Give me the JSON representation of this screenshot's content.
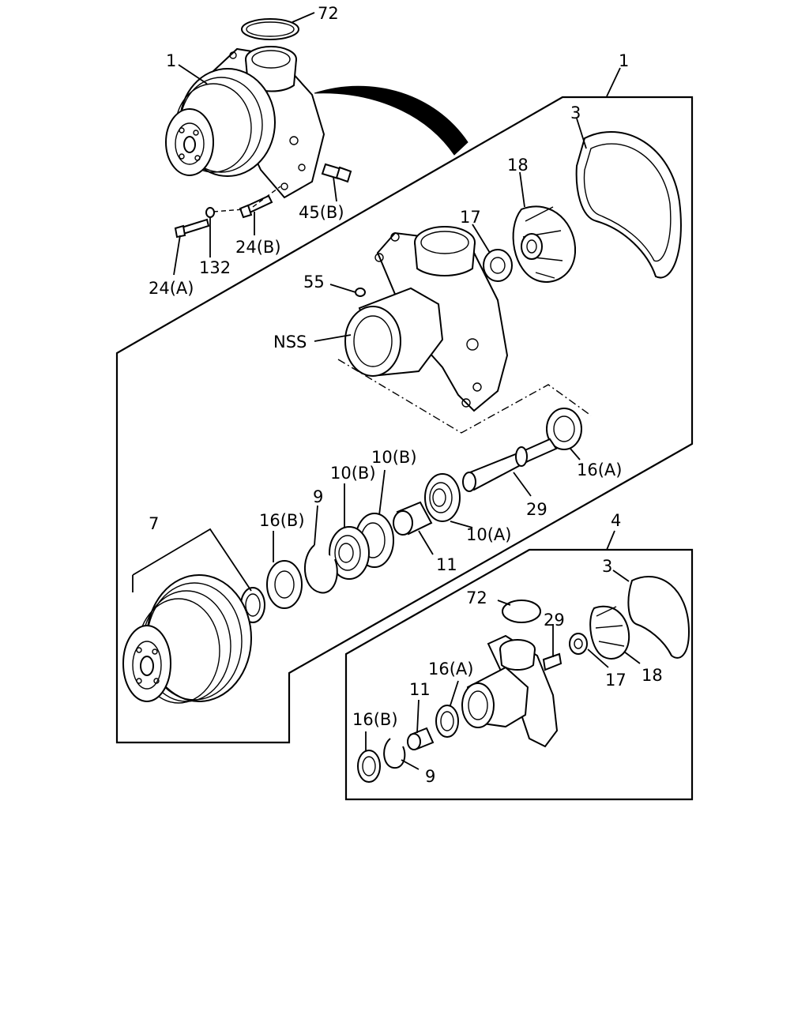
{
  "callouts": {
    "c72_top": "72",
    "c1_assy": "1",
    "c1_kit": "1",
    "c3_top": "3",
    "c18_top": "18",
    "c17_top": "17",
    "c45b": "45(B)",
    "c24b": "24(B)",
    "c132": "132",
    "c24a": "24(A)",
    "c55": "55",
    "nss": "NSS",
    "c10b_a": "10(B)",
    "c10b_b": "10(B)",
    "c9_top": "9",
    "c16b_top": "16(B)",
    "c7": "7",
    "c16a_top": "16(A)",
    "c29_top": "29",
    "c10a": "10(A)",
    "c11_top": "11",
    "c4": "4",
    "c3_bot": "3",
    "c72_bot": "72",
    "c29_bot": "29",
    "c16a_bot": "16(A)",
    "c17_bot": "17",
    "c18_bot": "18",
    "c11_bot": "11",
    "c16b_bot": "16(B)",
    "c9_bot": "9"
  }
}
